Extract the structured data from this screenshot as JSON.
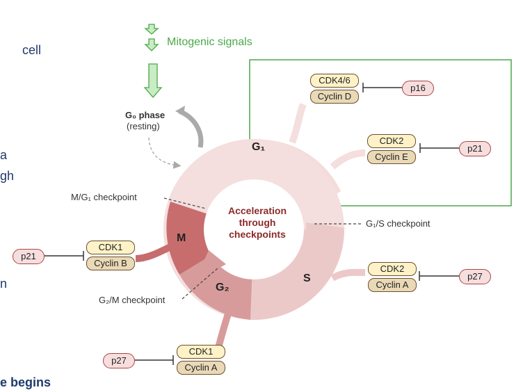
{
  "left_text": {
    "line1": "cell",
    "line2": "a",
    "line3": "gh",
    "line4": "n",
    "line5": "e begins"
  },
  "diagram": {
    "mitogenic": "Mitogenic signals",
    "g0_title": "G₀ phase",
    "g0_sub": "(resting)",
    "phases": {
      "g1": "G₁",
      "s": "S",
      "g2": "G₂",
      "m": "M"
    },
    "center": [
      "Acceleration",
      "through",
      "checkpoints"
    ],
    "checkpoints": {
      "mg1": "M/G₁ checkpoint",
      "g1s": "G₁/S checkpoint",
      "g2m": "G₂/M checkpoint"
    },
    "complexes": {
      "g1_a": {
        "cdk": "CDK4/6",
        "cyclin": "Cyclin D",
        "inhibitor": "p16"
      },
      "g1_b": {
        "cdk": "CDK2",
        "cyclin": "Cyclin E",
        "inhibitor": "p21"
      },
      "s": {
        "cdk": "CDK2",
        "cyclin": "Cyclin A",
        "inhibitor": "p27"
      },
      "m": {
        "cdk": "CDK1",
        "cyclin": "Cyclin B",
        "inhibitor": "p21"
      },
      "g2": {
        "cdk": "CDK1",
        "cyclin": "Cyclin A",
        "inhibitor": "p27"
      }
    },
    "colors": {
      "green": "#4aa84a",
      "g1_ring": "#f4dede",
      "s_ring": "#ecc6c6",
      "g2_ring": "#d99a9a",
      "m_ring": "#c46b6b"
    }
  }
}
